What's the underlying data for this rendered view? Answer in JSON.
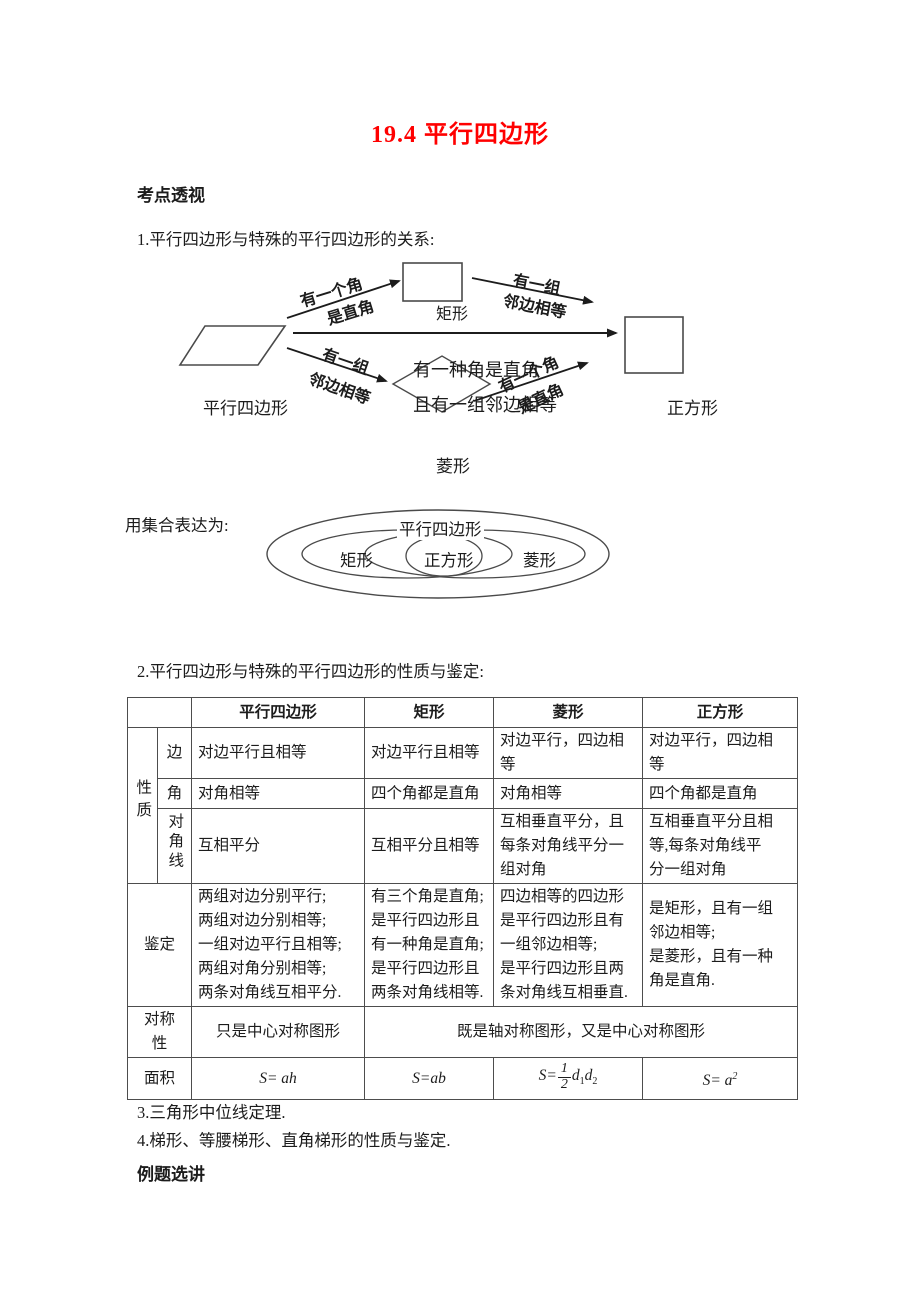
{
  "page": {
    "title": "19.4 平行四边形",
    "section1_heading": "考点透视",
    "item1": "1.平行四边形与特殊的平行四边形的关系:",
    "item2": "2.平行四边形与特殊的平行四边形的性质与鉴定:",
    "item3": "3.三角形中位线定理.",
    "item4": "4.梯形、等腰梯形、直角梯形的性质与鉴定.",
    "section2_heading": "例题选讲"
  },
  "diagram": {
    "labels": {
      "parallelogram": "平行四边形",
      "rectangle": "矩形",
      "rhombus": "菱形",
      "square": "正方形"
    },
    "arrows": {
      "para_rect_1": "有一个角",
      "para_rect_2": "是直角",
      "rect_square_1": "有一组",
      "rect_square_2": "邻边相等",
      "para_rhombus_1": "有一组",
      "para_rhombus_2": "邻边相等",
      "rhombus_square_1": "有一个角",
      "rhombus_square_2": "是直角",
      "para_square_1": "有一种角是直角",
      "para_square_2": "且有一组邻边相等"
    }
  },
  "venn": {
    "intro": "用集合表达为:",
    "outer_label": "平行四边形",
    "left_label": "矩形",
    "center_label": "正方形",
    "right_label": "菱形"
  },
  "table": {
    "group_label": "性质",
    "headers": [
      "平行四边形",
      "矩形",
      "菱形",
      "正方形"
    ],
    "rows": {
      "bian": {
        "label": "边",
        "cells": [
          "对边平行且相等",
          "对边平行且相等",
          "对边平行，四边相\n等",
          "对边平行，四边相\n等"
        ]
      },
      "jiao": {
        "label": "角",
        "cells": [
          "对角相等",
          "四个角都是直角",
          "对角相等",
          "四个角都是直角"
        ]
      },
      "duijiaoxian": {
        "label": "对角线",
        "cells": [
          "互相平分",
          "互相平分且相等",
          "互相垂直平分，且\n每条对角线平分一\n组对角",
          "互相垂直平分且相\n等,每条对角线平\n分一组对角"
        ]
      },
      "jianding": {
        "label": "鉴定",
        "cells": [
          "两组对边分别平行;\n两组对边分别相等;\n一组对边平行且相等;\n两组对角分别相等;\n两条对角线互相平分.",
          "有三个角是直角;\n是平行四边形且\n有一种角是直角;\n是平行四边形且\n两条对角线相等.",
          "四边相等的四边形\n是平行四边形且有\n一组邻边相等;\n是平行四边形且两\n条对角线互相垂直.",
          "是矩形，且有一组\n邻边相等;\n是菱形，且有一种\n角是直角."
        ]
      },
      "duichenxing": {
        "label": "对称\n性",
        "cell1": "只是中心对称图形",
        "cell2": "既是轴对称图形，又是中心对称图形"
      },
      "mianji": {
        "label": "面积",
        "cell1": "S= ah",
        "cell2": "S=ab",
        "cell3": {
          "pre": "S=",
          "num": "1",
          "den": "2",
          "d1": "d",
          "s1": "1",
          "d2": "d",
          "s2": "2"
        },
        "cell4": {
          "base": "S= a",
          "exp": "2"
        }
      }
    }
  }
}
